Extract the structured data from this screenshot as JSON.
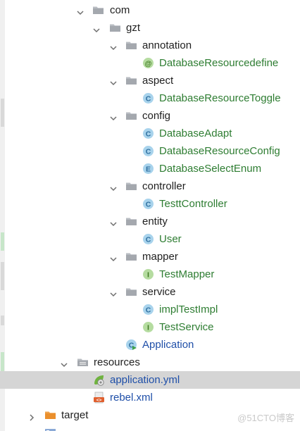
{
  "tree": {
    "rows": [
      {
        "label": "com",
        "icon": "folder-icon",
        "chevron": "down",
        "style": "dark"
      },
      {
        "label": "gzt",
        "icon": "folder-icon",
        "chevron": "down",
        "style": "dark"
      },
      {
        "label": "annotation",
        "icon": "folder-icon",
        "chevron": "down",
        "style": "dark"
      },
      {
        "label": "DatabaseResourcedefine",
        "icon": "annotation-icon",
        "badge": "@",
        "style": "green"
      },
      {
        "label": "aspect",
        "icon": "folder-icon",
        "chevron": "down",
        "style": "dark"
      },
      {
        "label": "DatabaseResourceToggle",
        "icon": "class-icon",
        "badge": "C",
        "style": "green"
      },
      {
        "label": "config",
        "icon": "folder-icon",
        "chevron": "down",
        "style": "dark"
      },
      {
        "label": "DatabaseAdapt",
        "icon": "class-icon",
        "badge": "C",
        "style": "green"
      },
      {
        "label": "DatabaseResourceConfig",
        "icon": "class-icon",
        "badge": "C",
        "style": "green"
      },
      {
        "label": "DatabaseSelectEnum",
        "icon": "enum-icon",
        "badge": "E",
        "style": "green"
      },
      {
        "label": "controller",
        "icon": "folder-icon",
        "chevron": "down",
        "style": "dark"
      },
      {
        "label": "TesttController",
        "icon": "class-icon",
        "badge": "C",
        "style": "green"
      },
      {
        "label": "entity",
        "icon": "folder-icon",
        "chevron": "down",
        "style": "dark"
      },
      {
        "label": "User",
        "icon": "class-icon",
        "badge": "C",
        "style": "green"
      },
      {
        "label": "mapper",
        "icon": "folder-icon",
        "chevron": "down",
        "style": "dark"
      },
      {
        "label": "TestMapper",
        "icon": "interface-icon",
        "badge": "I",
        "style": "green"
      },
      {
        "label": "service",
        "icon": "folder-icon",
        "chevron": "down",
        "style": "dark"
      },
      {
        "label": "implTestImpl",
        "icon": "class-icon",
        "badge": "C",
        "style": "green"
      },
      {
        "label": "TestService",
        "icon": "interface-icon",
        "badge": "I",
        "style": "green"
      },
      {
        "label": "Application",
        "icon": "spring-boot-class-icon",
        "badge": "C",
        "style": "blue"
      },
      {
        "label": "resources",
        "icon": "resources-folder-icon",
        "chevron": "down",
        "style": "dark"
      },
      {
        "label": "application.yml",
        "icon": "spring-config-icon",
        "style": "blue",
        "selected": true
      },
      {
        "label": "rebel.xml",
        "icon": "xml-file-icon",
        "style": "blue"
      },
      {
        "label": "target",
        "icon": "excluded-folder-icon",
        "chevron": "right",
        "style": "dark"
      },
      {
        "label": "",
        "icon": "module-icon",
        "style": "dark"
      }
    ]
  },
  "watermark": "@51CTO博客",
  "colors": {
    "folder": "#b8bcc2",
    "class_circle": "#a8d3ec",
    "class_letter": "#2f6f9f",
    "interface_circle": "#b5dca0",
    "interface_letter": "#3f7a22",
    "annotation_circle": "#b5dca0",
    "resources_folder": "#b8bcc2",
    "excluded_folder": "#f0a24a",
    "green_text": "#2e7d32",
    "blue_text": "#1f4fa8",
    "selection": "#d5d5d5"
  }
}
